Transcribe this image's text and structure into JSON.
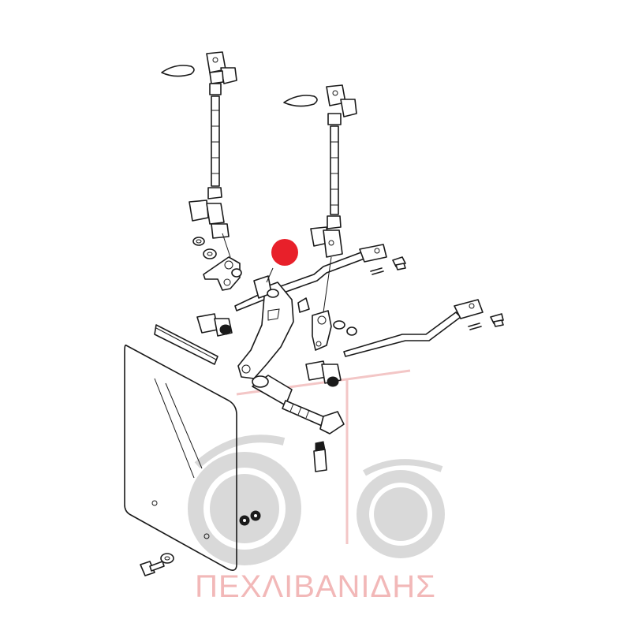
{
  "watermark": {
    "text": "ΠΕΧΛΙΒΑΝΙΔΗΣ",
    "color": "#f2b8b8",
    "logo_color": "#d9d9d9",
    "accent_color": "#f3c6c6"
  },
  "highlight": {
    "color": "#e8202a"
  },
  "icons": {
    "marker": "red-dot-marker",
    "logo": "tractor-wheels-logo"
  }
}
